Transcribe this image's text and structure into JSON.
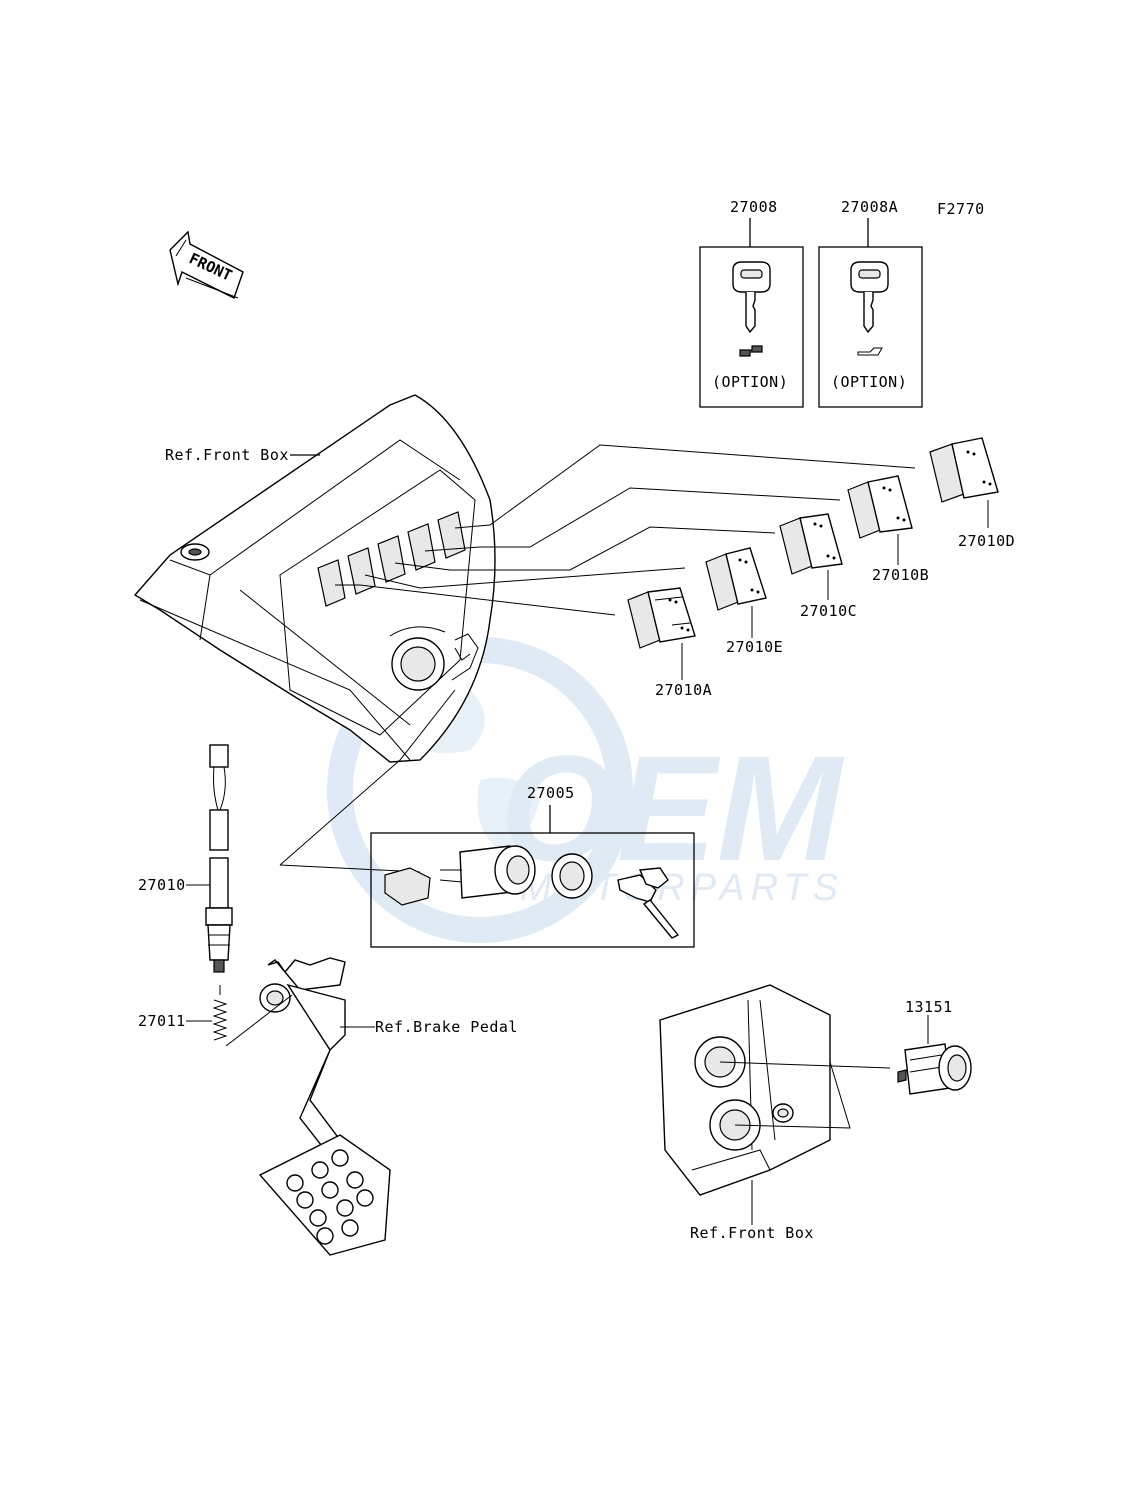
{
  "figure_code": "F2770",
  "watermark": {
    "brand": "OEM",
    "sub": "MOTORPARTS",
    "color": "#c6d9ee"
  },
  "front_arrow": {
    "text": "FRONT"
  },
  "parts": {
    "p27008": {
      "number": "27008",
      "note": "(OPTION)"
    },
    "p27008A": {
      "number": "27008A",
      "note": "(OPTION)"
    },
    "p27010A": {
      "number": "27010A"
    },
    "p27010B": {
      "number": "27010B"
    },
    "p27010C": {
      "number": "27010C"
    },
    "p27010D": {
      "number": "27010D"
    },
    "p27010E": {
      "number": "27010E"
    },
    "p27005": {
      "number": "27005"
    },
    "p27010": {
      "number": "27010"
    },
    "p27011": {
      "number": "27011"
    },
    "p13151": {
      "number": "13151"
    }
  },
  "references": {
    "front_box_top": "Ref.Front Box",
    "brake_pedal": "Ref.Brake Pedal",
    "front_box_bottom": "Ref.Front Box"
  }
}
